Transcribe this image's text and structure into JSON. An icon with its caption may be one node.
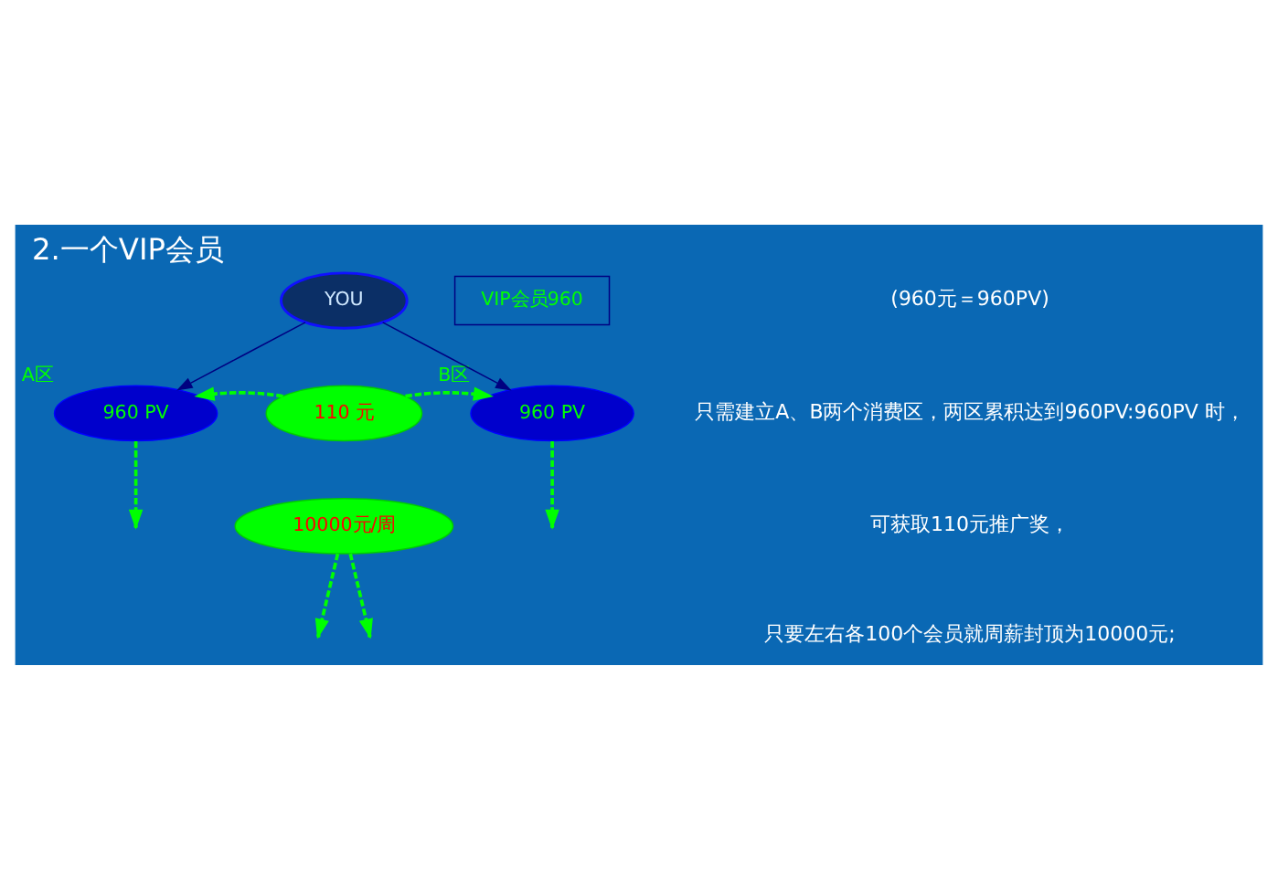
{
  "diagram": {
    "title": "2.一个VIP会员",
    "nodes": [
      {
        "text": [
          "YOU"
        ]
      },
      {
        "text": [
          "VIP会员960"
        ]
      },
      {
        "text": [
          "960 PV"
        ],
        "beside": [
          "A区"
        ]
      },
      {
        "text": [
          "110 元"
        ]
      },
      {
        "text": [
          "960 PV"
        ],
        "beside": [
          "B区"
        ]
      },
      {
        "text": [
          "10000元/周"
        ]
      }
    ],
    "edges": [
      {
        "from": 0,
        "to": 2,
        "arrow": "to",
        "color": "#000080"
      },
      {
        "from": 0,
        "to": 4,
        "arrow": "to",
        "color": "#000080"
      },
      {
        "from": 3,
        "to": 2,
        "arrow": "to",
        "style": "dashed"
      },
      {
        "from": 3,
        "to": 4,
        "arrow": "to",
        "style": "dashed"
      },
      {
        "from": 2,
        "to": null,
        "arrow": "to",
        "style": "dashed"
      },
      {
        "from": 4,
        "to": null,
        "arrow": "to",
        "style": "dashed"
      },
      {
        "from": 5,
        "to": null,
        "arrow": "to",
        "style": "dashed"
      },
      {
        "from": 5,
        "to": null,
        "arrow": "to",
        "style": "dashed"
      }
    ],
    "labels": [
      "(960元＝960PV)",
      "只需建立A、B两个消费区，两区累积达到960PV:960PV 时，",
      "可获取110元推广奖，",
      "只要左右各100个会员就周薪封顶为10000元;"
    ]
  }
}
